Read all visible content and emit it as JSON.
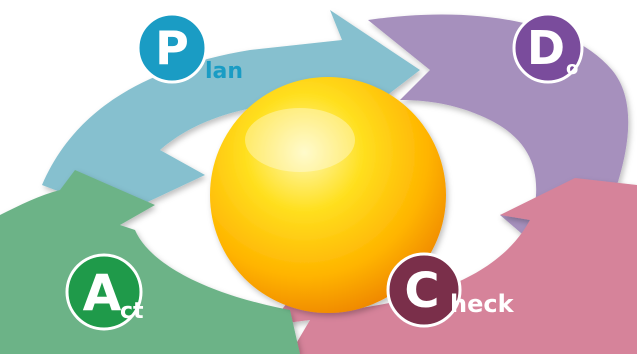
{
  "stages": [
    {
      "key": "plan",
      "initial": "P",
      "rest": "lan",
      "color": "#1a9cc4",
      "arrow_color": "#86c0cf"
    },
    {
      "key": "do",
      "initial": "D",
      "rest": "o",
      "color": "#7a4c9c",
      "arrow_color": "#a690bd"
    },
    {
      "key": "check",
      "initial": "C",
      "rest": "heck",
      "color": "#7a2f4a",
      "arrow_color": "#d6839a"
    },
    {
      "key": "act",
      "initial": "A",
      "rest": "ct",
      "color": "#1f9a4a",
      "arrow_color": "#6cb387"
    }
  ],
  "center_sphere": {
    "color_top": "#fff6a8",
    "color_mid": "#ffd21a",
    "color_bottom": "#ff9900"
  }
}
